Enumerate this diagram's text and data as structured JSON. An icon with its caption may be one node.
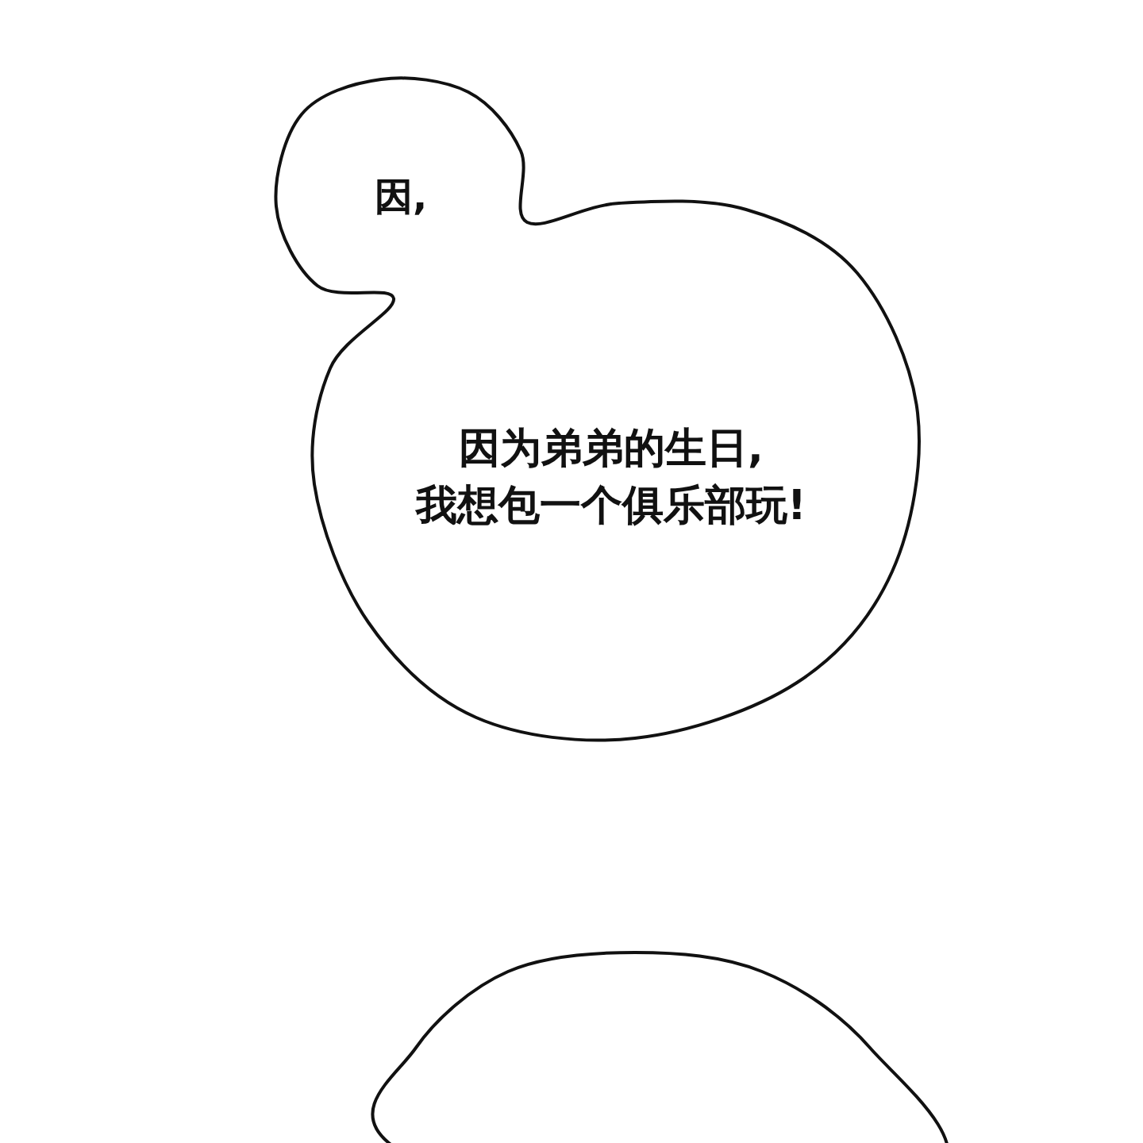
{
  "diagram": {
    "nodes": [
      {
        "text": [
          "因,",
          "因为弟弟的生日,我想包一个俱乐部玩!"
        ]
      },
      {
        "text": [],
        "shape": "circle"
      }
    ]
  }
}
